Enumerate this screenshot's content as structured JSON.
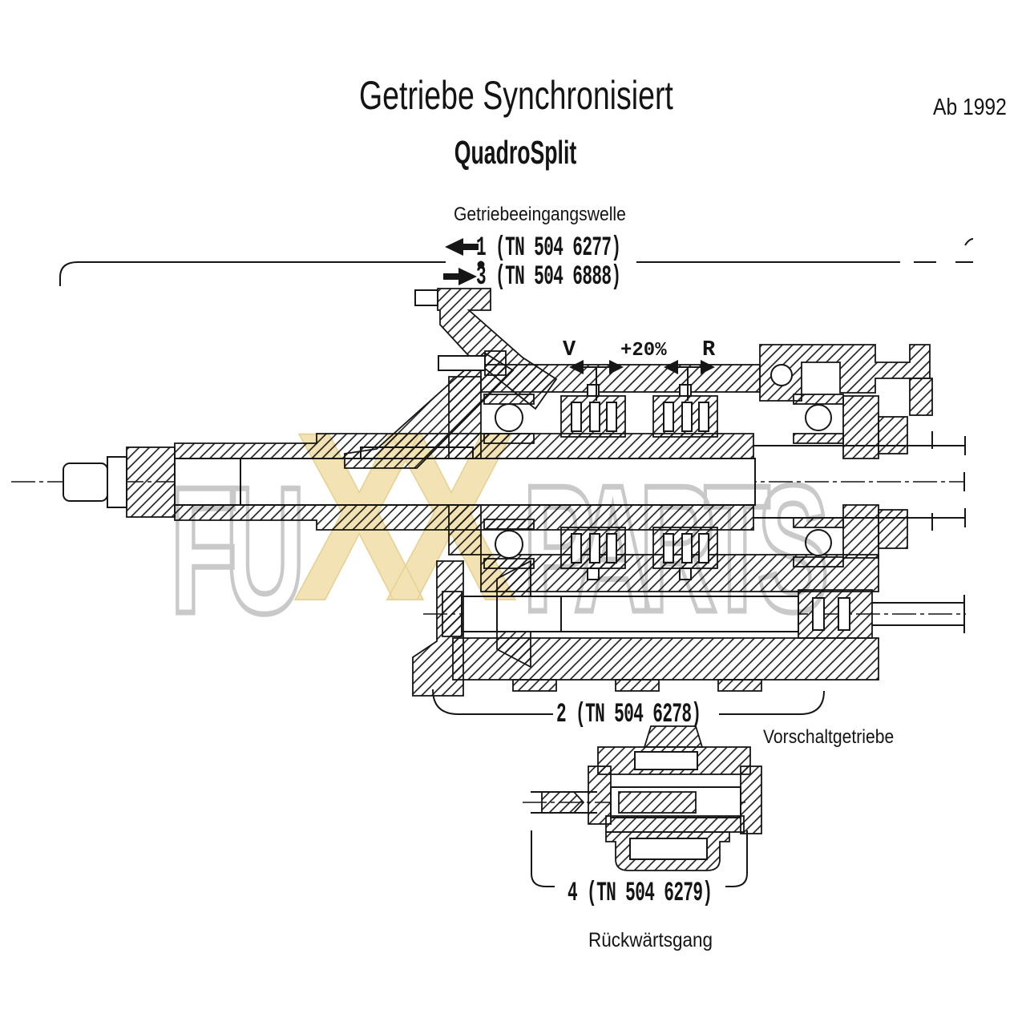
{
  "page": {
    "title": "Getriebe Synchronisiert",
    "subtitle": "QuadroSplit",
    "model_year": "Ab 1992",
    "paper_color": "#ffffff",
    "ink_color": "#161616"
  },
  "watermark": {
    "left": "FU",
    "middle": "XX",
    "right": "PARTS",
    "fill_color": "#f2e2b4",
    "outline_color": "#c9c9c9"
  },
  "callouts": {
    "input_shaft_label": "Getriebeeingangswelle",
    "part_1": "1 (TN 504 6277)",
    "part_3": "3 (TN 504 6888)",
    "forward_marker": "V",
    "split_ratio": "+20%",
    "reverse_marker": "R",
    "part_2": "2 (TN 504 6278)",
    "splitter_label": "Vorschaltgetriebe",
    "part_4": "4 (TN 504 6279)",
    "reverse_gear_label": "Rückwärtsgang"
  }
}
